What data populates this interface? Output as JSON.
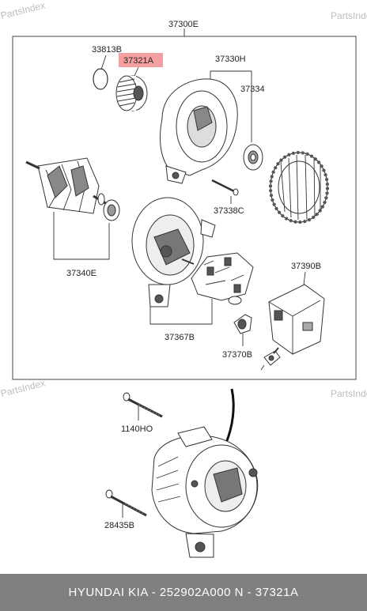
{
  "watermark": "PartsIndex",
  "labels": {
    "assembly": "37300E",
    "snap_ring": "33813B",
    "pulley": "37321A",
    "front_bracket": "37330H",
    "front_bearing": "37334",
    "rotor": "37340E",
    "bolt": "37338C",
    "rear_bracket": "37367B",
    "regulator": "37390B",
    "terminal": "37370B",
    "mount_bolt_top": "1140HO",
    "mount_bolt_bottom": "28435B"
  },
  "footer": "HYUNDAI  KIA - 252902A000     N - 37321A",
  "colors": {
    "highlight": "#f4a0a0",
    "footer_bg": "#7f7f7f"
  }
}
